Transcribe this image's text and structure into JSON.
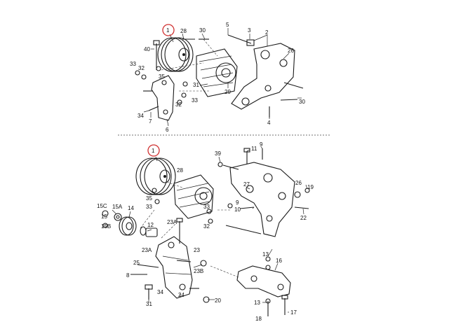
{
  "callouts": {
    "top": [
      {
        "id": "t1",
        "text": "1",
        "highlight": true
      },
      {
        "id": "t28",
        "text": "28"
      },
      {
        "id": "t30a",
        "text": "30"
      },
      {
        "id": "t5",
        "text": "5"
      },
      {
        "id": "t3",
        "text": "3"
      },
      {
        "id": "t2",
        "text": "2"
      },
      {
        "id": "t40",
        "text": "40"
      },
      {
        "id": "t26",
        "text": "26"
      },
      {
        "id": "t33a",
        "text": "33"
      },
      {
        "id": "t32a",
        "text": "32"
      },
      {
        "id": "t35",
        "text": "35"
      },
      {
        "id": "t31",
        "text": "31"
      },
      {
        "id": "t29",
        "text": "29"
      },
      {
        "id": "t33b",
        "text": "33"
      },
      {
        "id": "t32b",
        "text": "32"
      },
      {
        "id": "t30b",
        "text": "30"
      },
      {
        "id": "t34",
        "text": "34"
      },
      {
        "id": "t7",
        "text": "7"
      },
      {
        "id": "t6",
        "text": "6"
      },
      {
        "id": "t4",
        "text": "4"
      }
    ],
    "bottom": [
      {
        "id": "b1",
        "text": "1",
        "highlight": true
      },
      {
        "id": "b39",
        "text": "39"
      },
      {
        "id": "b11",
        "text": "11"
      },
      {
        "id": "b9a",
        "text": "9"
      },
      {
        "id": "b28",
        "text": "28"
      },
      {
        "id": "b27",
        "text": "27"
      },
      {
        "id": "b26",
        "text": "26"
      },
      {
        "id": "b19",
        "text": "19"
      },
      {
        "id": "b15C",
        "text": "15C"
      },
      {
        "id": "b15A",
        "text": "15A"
      },
      {
        "id": "b14",
        "text": "14"
      },
      {
        "id": "b35",
        "text": "35"
      },
      {
        "id": "b33a",
        "text": "33"
      },
      {
        "id": "b33b",
        "text": "33"
      },
      {
        "id": "b9b",
        "text": "9"
      },
      {
        "id": "b10",
        "text": "10"
      },
      {
        "id": "b22",
        "text": "22"
      },
      {
        "id": "b15",
        "text": "15"
      },
      {
        "id": "b15B",
        "text": "15B"
      },
      {
        "id": "b23A",
        "text": "23A"
      },
      {
        "id": "b32",
        "text": "32"
      },
      {
        "id": "b12",
        "text": "12"
      },
      {
        "id": "b23Aa",
        "text": "23A"
      },
      {
        "id": "b23",
        "text": "23"
      },
      {
        "id": "b13a",
        "text": "13"
      },
      {
        "id": "b16",
        "text": "16"
      },
      {
        "id": "b25",
        "text": "25"
      },
      {
        "id": "b8",
        "text": "8"
      },
      {
        "id": "b23B",
        "text": "23B"
      },
      {
        "id": "b34",
        "text": "34"
      },
      {
        "id": "b24",
        "text": "24"
      },
      {
        "id": "b20",
        "text": "20"
      },
      {
        "id": "b31",
        "text": "31"
      },
      {
        "id": "b13b",
        "text": "13"
      },
      {
        "id": "b17",
        "text": "17"
      },
      {
        "id": "b18",
        "text": "18"
      }
    ]
  },
  "colors": {
    "ink": "#1a1a1a",
    "highlight": "#d03030",
    "background": "#ffffff"
  }
}
